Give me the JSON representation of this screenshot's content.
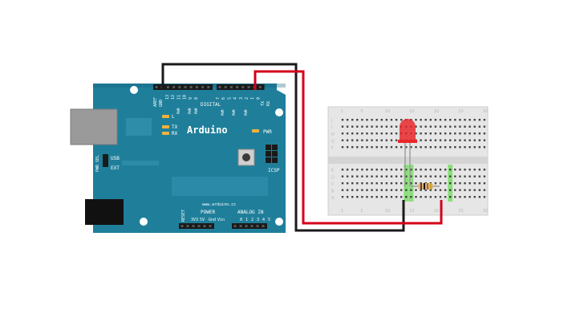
{
  "board": {
    "brand": "Arduino",
    "url": "www.arduino.cc",
    "digital_label": "DIGITAL",
    "header_labels_top": [
      "AREF",
      "GND"
    ],
    "digital_pins": [
      "13",
      "12",
      "11",
      "10",
      "9",
      "8",
      "7",
      "6",
      "5",
      "4",
      "3",
      "2",
      "1",
      "0"
    ],
    "pwm_label": "PWM",
    "tx_label": "TX",
    "rx_label": "RX",
    "led_l": "L",
    "led_tx": "TX",
    "led_rx": "RX",
    "pwr_label": "PWR",
    "icsp_label": "ICSP",
    "pwr_sel_label": "PWR SEL",
    "usb_label": "USB",
    "ext_label": "EXT",
    "reset_label": "RESET",
    "power_label": "POWER",
    "power_pins": [
      "3V3",
      "5V",
      "Gnd",
      "Vin"
    ],
    "analog_label": "ANALOG IN",
    "analog_pins": [
      "0",
      "1",
      "2",
      "3",
      "4",
      "5"
    ]
  },
  "breadboard": {
    "row_letters_top": [
      "J",
      "I",
      "H",
      "G",
      "F"
    ],
    "row_letters_bottom": [
      "E",
      "D",
      "C",
      "B",
      "A"
    ],
    "col_numbers": [
      "1",
      "5",
      "10",
      "15",
      "20",
      "25",
      "30"
    ]
  },
  "colors": {
    "board": "#1f7f9b",
    "board_dark": "#17667d",
    "wire_red": "#d4001a",
    "wire_black": "#1a1a1a",
    "led": "#e8282c",
    "highlight": "#7ddc6a",
    "breadboard": "#e6e6e6"
  }
}
